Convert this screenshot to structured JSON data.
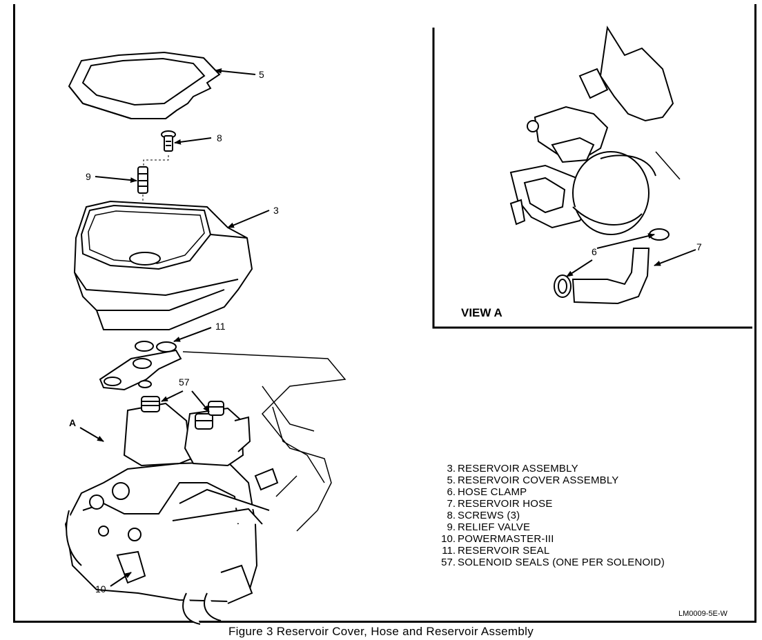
{
  "callouts": {
    "c5": "5",
    "c8": "8",
    "c9": "9",
    "c3": "3",
    "c11": "11",
    "c57": "57",
    "cA": "A",
    "c10": "10",
    "c6": "6",
    "c7": "7"
  },
  "view_label": "VIEW A",
  "legend": [
    {
      "num": "3.",
      "label": "RESERVOIR ASSEMBLY"
    },
    {
      "num": "5.",
      "label": "RESERVOIR COVER ASSEMBLY"
    },
    {
      "num": "6.",
      "label": "HOSE CLAMP"
    },
    {
      "num": "7.",
      "label": "RESERVOIR HOSE"
    },
    {
      "num": "8.",
      "label": "SCREWS (3)"
    },
    {
      "num": "9.",
      "label": "RELIEF VALVE"
    },
    {
      "num": "10.",
      "label": "POWERMASTER-III"
    },
    {
      "num": "11.",
      "label": "RESERVOIR SEAL"
    },
    {
      "num": "57.",
      "label": "SOLENOID SEALS (ONE PER SOLENOID)"
    }
  ],
  "figure_code": "LM0009-5E-W",
  "caption": "Figure 3 Reservoir Cover, Hose and Reservoir Assembly"
}
